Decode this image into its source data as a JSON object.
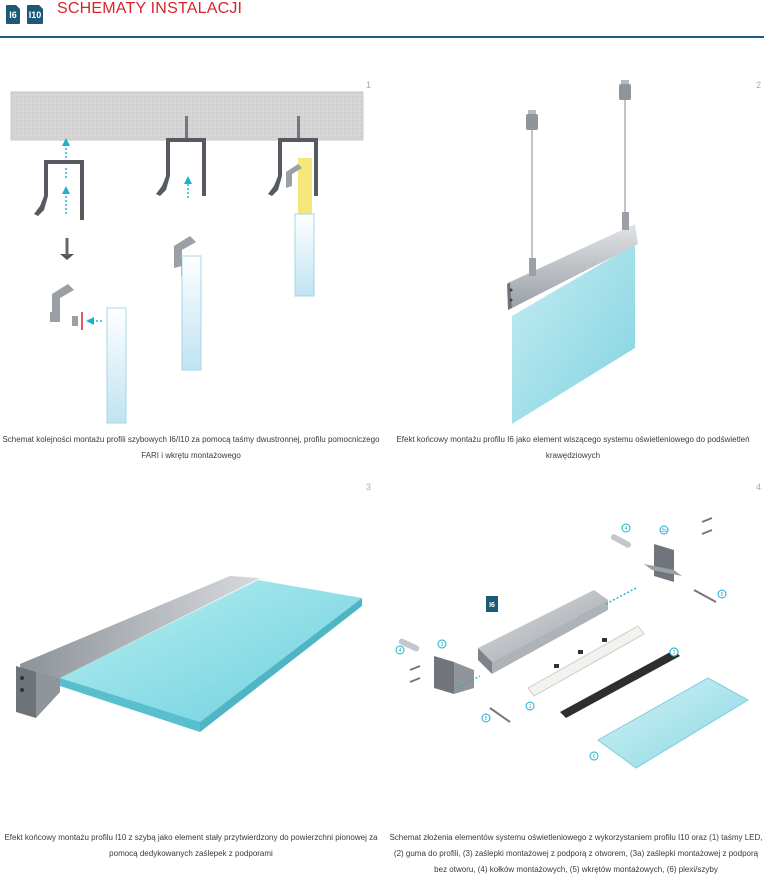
{
  "header": {
    "badges": [
      "I6",
      "I10"
    ],
    "title": "SCHEMATY INSTALACJI"
  },
  "panels": [
    {
      "number": "1",
      "caption": "Schemat kolejności montażu profili szybowych I6/I10 za pomocą taśmy dwustronnej, profilu pomocniczego FARI i wkrętu montażowego"
    },
    {
      "number": "2",
      "caption": "Efekt końcowy montażu profilu I6 jako element wiszącego systemu oświetleniowego do podświetleń krawędziowych"
    },
    {
      "number": "3",
      "caption": "Efekt końcowy montażu profilu I10 z szybą jako element stały przytwierdzony do powierzchni pionowej za pomocą dedykowanych zaślepek z podporami"
    },
    {
      "number": "4",
      "caption": "Schemat złożenia elementów systemu oświetleniowego z wykorzystaniem profilu I10 oraz (1) taśmy LED, (2) guma do profili, (3) zaślepki montażowej z podporą z otworem, (3a) zaślepki montażowej z podporą bez otworu, (4) kołków montażowych, (5) wkrętów montażowych, (6) plexi/szyby",
      "badge": "I6",
      "labels": [
        "4",
        "3a",
        "5",
        "1",
        "2",
        "3",
        "4",
        "5",
        "1",
        "6"
      ]
    }
  ],
  "colors": {
    "accent_red": "#d8232a",
    "rule_blue": "#1b5f86",
    "badge_blue": "#1d5a78",
    "glass": "#7fd3e0",
    "profile_dark": "#4a4f55",
    "arrow_cyan": "#1bb3c9"
  }
}
